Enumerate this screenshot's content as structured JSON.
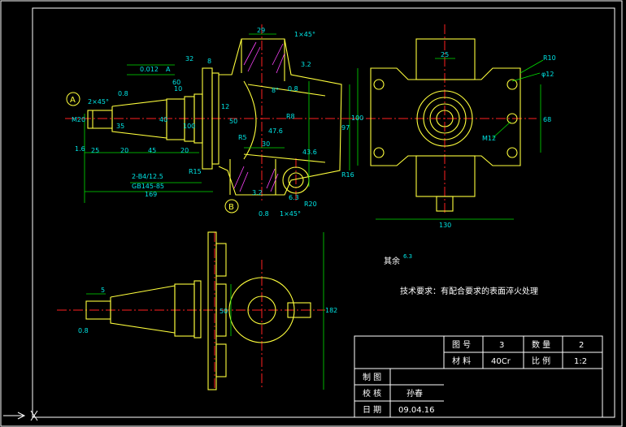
{
  "colors": {
    "background": "#000000",
    "frame": "#ffffff",
    "outline": "#ffff3c",
    "center_line": "#ff2020",
    "dimension": "#00e000",
    "hatch": "#ff44ff",
    "text_note": "#ffffff",
    "hatch_text": "#ffffff"
  },
  "title_block": {
    "drawing_no_label": "图 号",
    "drawing_no_value": "3",
    "quantity_label": "数 量",
    "quantity_value": "2",
    "material_label": "材 料",
    "material_value": "40Cr",
    "scale_label": "比 例",
    "scale_value": "1:2",
    "drawn_label": "制 图",
    "drawn_value": "",
    "checked_label": "校 核",
    "checked_value": "孙春",
    "date_label": "日 期",
    "date_value": "09.04.16"
  },
  "notes": {
    "technical_requirement": "技术要求：有配合要求的表面淬火处理",
    "remaining": "其余",
    "remaining_roughness": "6.3"
  },
  "labels": {
    "section_a": "A",
    "section_b": "B"
  },
  "dimensions": {
    "front": [
      "29",
      "1×45°",
      "8",
      "2×45°",
      "0.012",
      "A",
      "0.8",
      "3.2",
      "12",
      "50",
      "32",
      "40",
      "47.6",
      "8°",
      "R8",
      "R5",
      "R16",
      "30",
      "43.6",
      "97",
      "25",
      "20",
      "45",
      "20",
      "2-B4/12.5",
      "GB145-85",
      "169",
      "1×45°",
      "R15",
      "R20",
      "1.6",
      "3.2",
      "0.8",
      "0.8",
      "6.3",
      "M20",
      "10",
      "35",
      "100",
      "60"
    ],
    "side": [
      "25",
      "R10",
      "φ12",
      "M12",
      "68",
      "100",
      "130"
    ],
    "bottom": [
      "5",
      "0.8",
      "50",
      "182"
    ]
  }
}
